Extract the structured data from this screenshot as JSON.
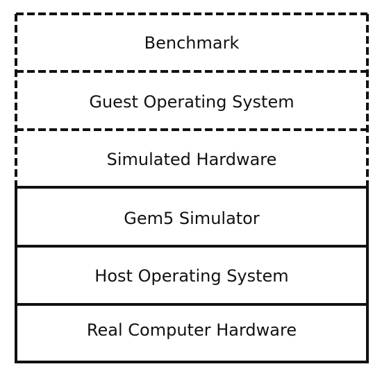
{
  "layers": [
    {
      "label": "Benchmark",
      "border": "dashed"
    },
    {
      "label": "Guest Operating System",
      "border": "dashed"
    },
    {
      "label": "Simulated Hardware",
      "border": "dashed"
    },
    {
      "label": "Gem5 Simulator",
      "border": "solid"
    },
    {
      "label": "Host Operating System",
      "border": "solid"
    },
    {
      "label": "Real Computer Hardware",
      "border": "solid"
    }
  ],
  "colors": {
    "stroke": "#111111",
    "text": "#111111",
    "background": "#ffffff"
  }
}
